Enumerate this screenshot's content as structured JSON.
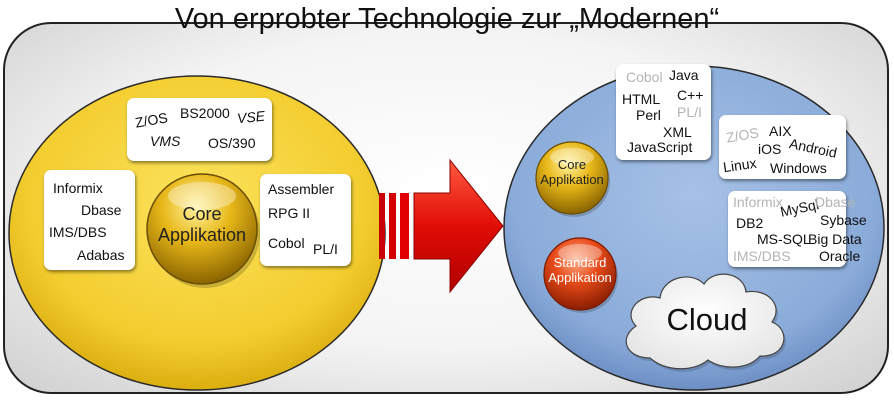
{
  "title": "Von erprobter Technologie zur „Modernen“",
  "left": {
    "platforms": [
      "Z/OS",
      "BS2000",
      "VSE",
      "VMS",
      "OS/390"
    ],
    "databases": [
      "Informix",
      "Dbase",
      "IMS/DBS",
      "Adabas"
    ],
    "languages": [
      "Assembler",
      "RPG II",
      "Cobol",
      "PL/I"
    ],
    "core_label_1": "Core",
    "core_label_2": "Applikation"
  },
  "right": {
    "languages": [
      "Cobol",
      "Java",
      "HTML",
      "C++",
      "Perl",
      "PL/I",
      "XML",
      "JavaScript"
    ],
    "platforms": [
      "Z/OS",
      "AIX",
      "iOS",
      "Android",
      "Linux",
      "Windows"
    ],
    "databases": [
      "Informix",
      "MySql",
      "Dbase",
      "DB2",
      "Sybase",
      "MS-SQL",
      "Big Data",
      "IMS/DBS",
      "Oracle"
    ],
    "core_label_1": "Core",
    "core_label_2": "Applikation",
    "standard_label_1": "Standard",
    "standard_label_2": "Applikation",
    "cloud_label": "Cloud"
  },
  "colors": {
    "left_circle": "#f5d23a",
    "right_circle": "#8fb0dc",
    "arrow": "#e8160c",
    "core_orb": "#d9a400",
    "standard_orb": "#e03a10"
  }
}
